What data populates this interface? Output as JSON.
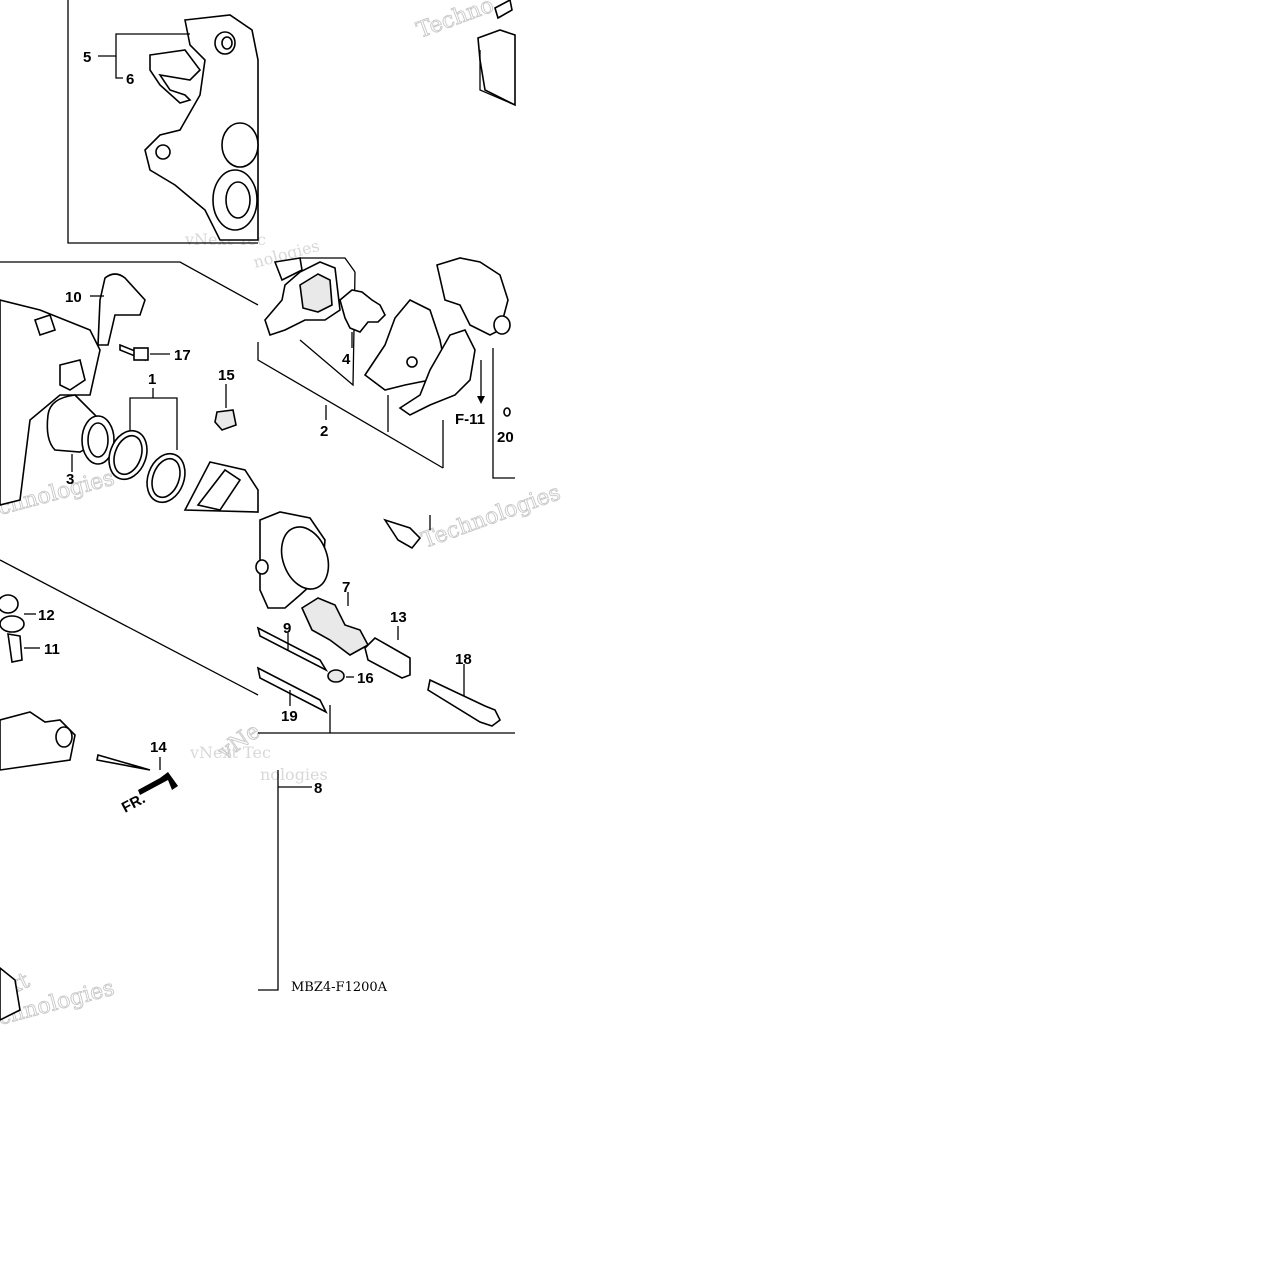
{
  "diagram": {
    "code": "MBZ4-F1200A",
    "front_marker": "FR.",
    "reference": "F-11",
    "callouts": [
      "1",
      "2",
      "3",
      "4",
      "5",
      "6",
      "7",
      "8",
      "9",
      "10",
      "11",
      "12",
      "13",
      "14",
      "15",
      "16",
      "17",
      "18",
      "19",
      "20"
    ],
    "watermark_brand": "Techno",
    "watermark_lines": [
      "vNext Tec",
      "nologies",
      "vNext Tec",
      "nologies",
      "xt",
      "chnologies",
      "vNe",
      "nologies",
      "Technologies",
      "Technolo",
      "vNe",
      "chnologies",
      "ext"
    ]
  },
  "colors": {
    "ink": "#000000",
    "watermark": "#d0d0d0",
    "background": "#ffffff"
  }
}
